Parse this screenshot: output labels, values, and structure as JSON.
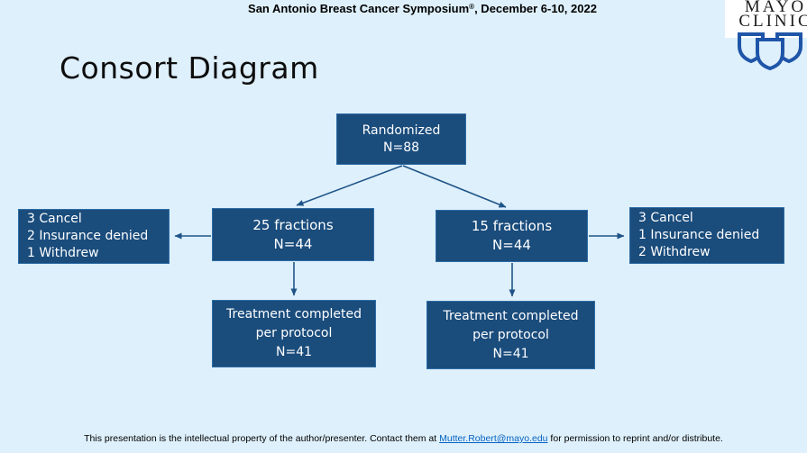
{
  "header": {
    "symposium": "San Antonio Breast Cancer Symposium",
    "registered_mark": "®",
    "date_suffix": ", December 6-10, 2022"
  },
  "logo": {
    "line1": "MAYO",
    "line2": "CLINIC",
    "shield_color": "#1F55A8",
    "text_color": "#1c1c1c"
  },
  "title": "Consort Diagram",
  "diagram": {
    "colors": {
      "background": "#DEF0FB",
      "box_fill": "#1A4C7C",
      "box_border": "#2E6DA6",
      "arrow": "#1F5488",
      "box_text": "#FFFFFF"
    },
    "randomized": {
      "lines": [
        "Randomized",
        "N=88"
      ]
    },
    "arm_25": {
      "lines": [
        "25 fractions",
        "N=44"
      ]
    },
    "arm_15": {
      "lines": [
        "15 fractions",
        "N=44"
      ]
    },
    "dropout_left": {
      "lines": [
        "3 Cancel",
        "2 Insurance denied",
        "1 Withdrew"
      ]
    },
    "dropout_right": {
      "lines": [
        "3 Cancel",
        "1 Insurance denied",
        "2 Withdrew"
      ]
    },
    "completed_left": {
      "lines": [
        "Treatment completed",
        "per protocol",
        "N=41"
      ]
    },
    "completed_right": {
      "lines": [
        "Treatment completed",
        "per protocol",
        "N=41"
      ]
    }
  },
  "footer": {
    "before_link": "This presentation is the intellectual property of the author/presenter. Contact them at ",
    "link": "Mutter.Robert@mayo.edu",
    "after_link": " for permission to reprint and/or distribute."
  }
}
